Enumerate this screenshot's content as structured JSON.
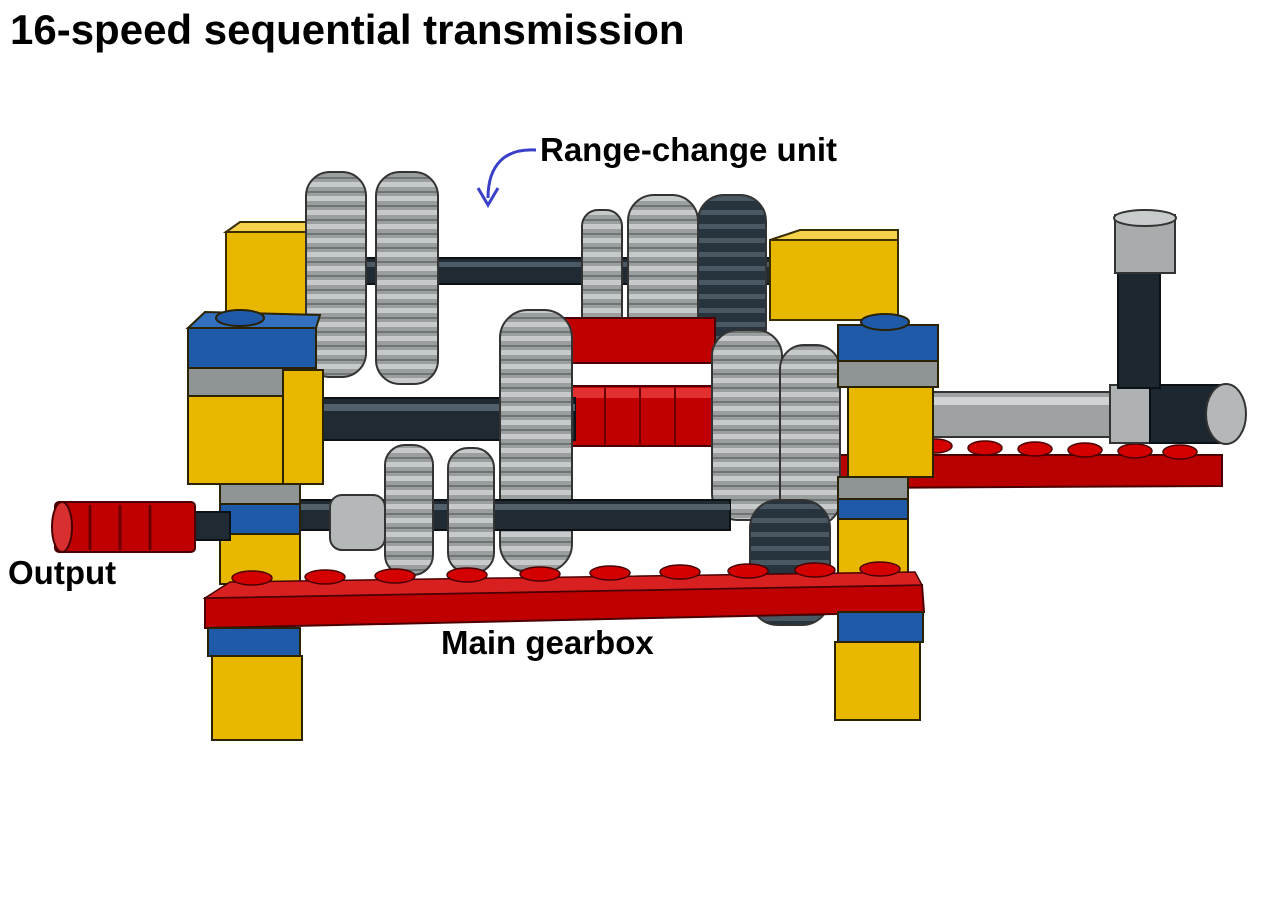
{
  "title": "16-speed sequential transmission",
  "labels": {
    "range_change_unit": "Range-change unit",
    "output": "Output",
    "main_gearbox": "Main gearbox"
  },
  "colors": {
    "red": "#c00000",
    "yellow": "#e8b800",
    "blue": "#1f5aa8",
    "gray": "#8f9495",
    "light_gray": "#b4b8b8",
    "dark": "#1c2730",
    "arrow": "#3a3fc8"
  }
}
